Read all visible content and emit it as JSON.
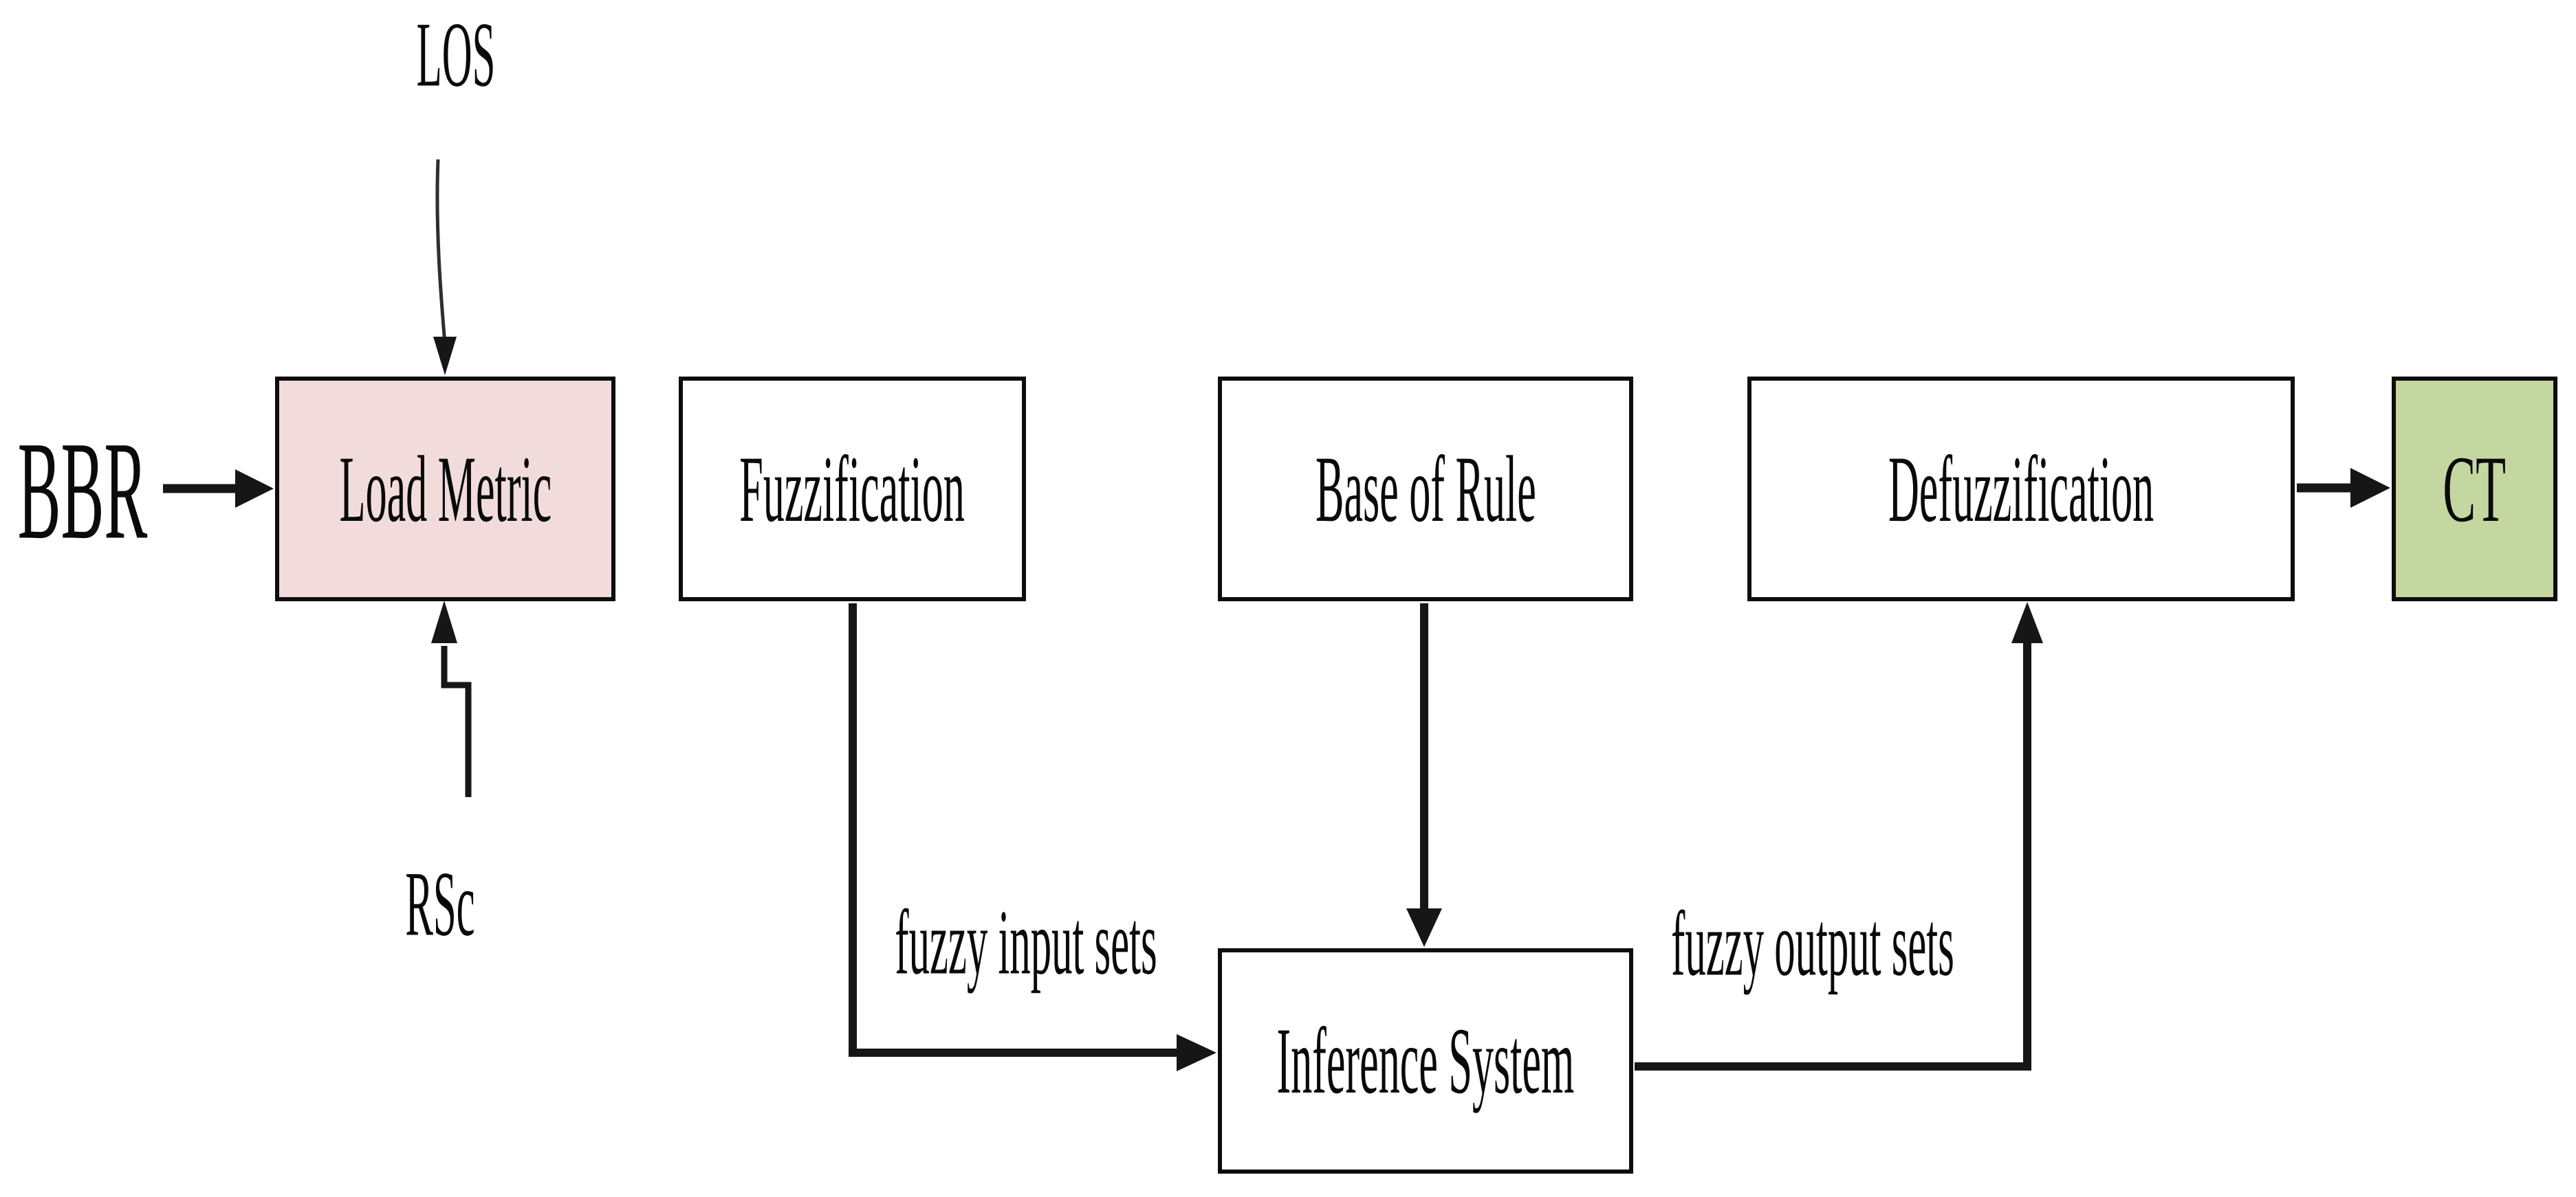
{
  "diagram": {
    "type": "flowchart",
    "background": "#ffffff",
    "nodes": [
      {
        "id": "load-metric",
        "label": "Load Metric",
        "fill": "#f2dcdb"
      },
      {
        "id": "fuzzification",
        "label": "Fuzzification",
        "fill": "#ffffff"
      },
      {
        "id": "base-of-rule",
        "label": "Base of Rule",
        "fill": "#ffffff"
      },
      {
        "id": "defuzzification",
        "label": "Defuzzification",
        "fill": "#ffffff"
      },
      {
        "id": "ct",
        "label": "CT",
        "fill": "#c5d7a0"
      },
      {
        "id": "inference-system",
        "label": "Inference System",
        "fill": "#ffffff"
      }
    ],
    "external_labels": [
      {
        "id": "los",
        "label": "LOS"
      },
      {
        "id": "bbr",
        "label": "BBR"
      },
      {
        "id": "rsc",
        "label": "RSc"
      }
    ],
    "edge_labels": [
      {
        "id": "fuzzy-input-sets",
        "label": "fuzzy input sets"
      },
      {
        "id": "fuzzy-output-sets",
        "label": "fuzzy output sets"
      }
    ],
    "edges": [
      "LOS -> Load Metric",
      "BBR -> Load Metric",
      "RSc -> Load Metric",
      "Fuzzification -> Inference System (fuzzy input sets)",
      "Base of Rule -> Inference System",
      "Inference System -> Defuzzification (fuzzy output sets)",
      "Defuzzification -> CT"
    ],
    "colors": {
      "load_metric_fill": "#f2dcdb",
      "ct_fill": "#c5d7a0",
      "line": "#161616"
    }
  }
}
